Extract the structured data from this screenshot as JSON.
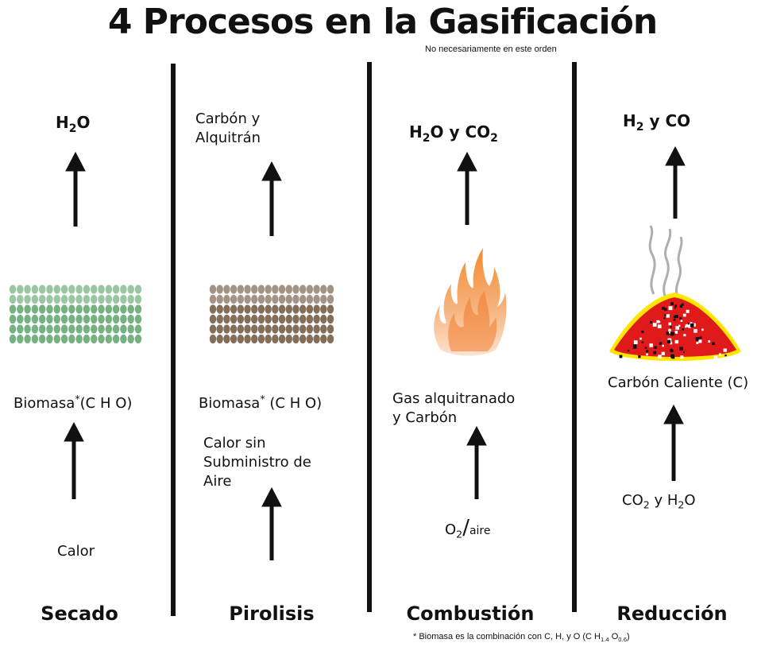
{
  "title": "4 Procesos  en la Gasificación",
  "subtitle": "No necesariamente  en este  orden",
  "columns": [
    {
      "stage": "Secado",
      "output": {
        "base": "H",
        "sub": "2",
        "rest": "O"
      },
      "material": {
        "text": "Biomasa",
        "star": "*",
        "rest": "(C H O)"
      },
      "input": "Calor"
    },
    {
      "stage": "Pirolisis",
      "output_lines": [
        "Carbón y",
        "Alquitrán"
      ],
      "material": {
        "text": "Biomasa",
        "star": "*",
        "rest": "(C H O)"
      },
      "input_lines": [
        "Calor sin",
        "Subministro de",
        "Aire"
      ]
    },
    {
      "stage": "Combustión",
      "output": {
        "a": "H",
        "a_sub": "2",
        "b": "O y CO",
        "b_sub": "2"
      },
      "material_lines": [
        "Gas  alquitranado",
        "y Carbón"
      ],
      "input": {
        "a": "O",
        "a_sub": "2",
        "slash": "/",
        "b": "aire"
      }
    },
    {
      "stage": "Reducción",
      "output": {
        "a": "H",
        "a_sub": "2",
        "b": " y CO"
      },
      "material": "Carbón Caliente (C)",
      "input": {
        "a": "CO",
        "a_sub": "2",
        "b": " y H",
        "b_sub": "2",
        "c": "O"
      }
    }
  ],
  "footnote": {
    "star": "*",
    "text": " Biomasa   es la combinación   con C, H, y O (C H",
    "sub1": "1.4",
    "mid": "  O",
    "sub2": "0.6",
    "end": ")"
  },
  "colors": {
    "biomass_green": "#6fae7a",
    "biomass_brown": "#7b6650",
    "fire_orange": "#f07a2a",
    "ember_red": "#e01a1a",
    "ember_yellow": "#ffe600"
  }
}
